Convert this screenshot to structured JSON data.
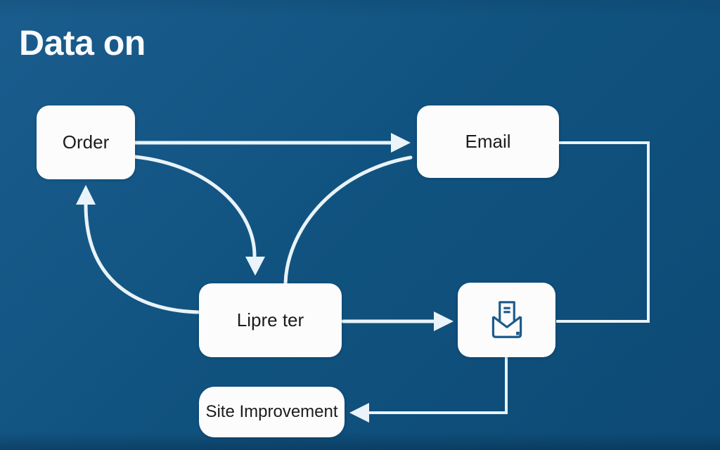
{
  "title": "Data on",
  "colors": {
    "background": "#115380",
    "background-edge": "#0a4067",
    "box-bg": "#fcfcfd",
    "box-text": "#1c1c1c",
    "connector": "#e9f3f9",
    "icon-stroke": "#1d5a8a",
    "title-color": "#f8fafc"
  },
  "nodes": {
    "order": {
      "label": "Order"
    },
    "email": {
      "label": "Email"
    },
    "processor": {
      "label": "Lipre ter"
    },
    "mailbox": {
      "icon": "document-into-envelope-icon"
    },
    "site_improvement": {
      "label": "Site Improvement"
    }
  },
  "edges": [
    {
      "id": "order-to-email",
      "from": "order",
      "to": "email",
      "type": "straight",
      "arrowhead": "right"
    },
    {
      "id": "order-to-processor",
      "from": "order",
      "to": "processor",
      "type": "curve",
      "arrowhead": "down"
    },
    {
      "id": "processor-to-email",
      "from": "processor",
      "to": "email",
      "type": "curve",
      "arrowhead": "none"
    },
    {
      "id": "processor-to-order",
      "from": "processor",
      "to": "order",
      "type": "curve",
      "arrowhead": "up"
    },
    {
      "id": "processor-to-mailbox",
      "from": "processor",
      "to": "mailbox",
      "type": "straight",
      "arrowhead": "right"
    },
    {
      "id": "email-to-mailbox",
      "from": "email",
      "to": "mailbox",
      "type": "elbow",
      "arrowhead": "none"
    },
    {
      "id": "mailbox-to-site-improvement",
      "from": "mailbox",
      "to": "site_improvement",
      "type": "elbow",
      "arrowhead": "left"
    }
  ]
}
